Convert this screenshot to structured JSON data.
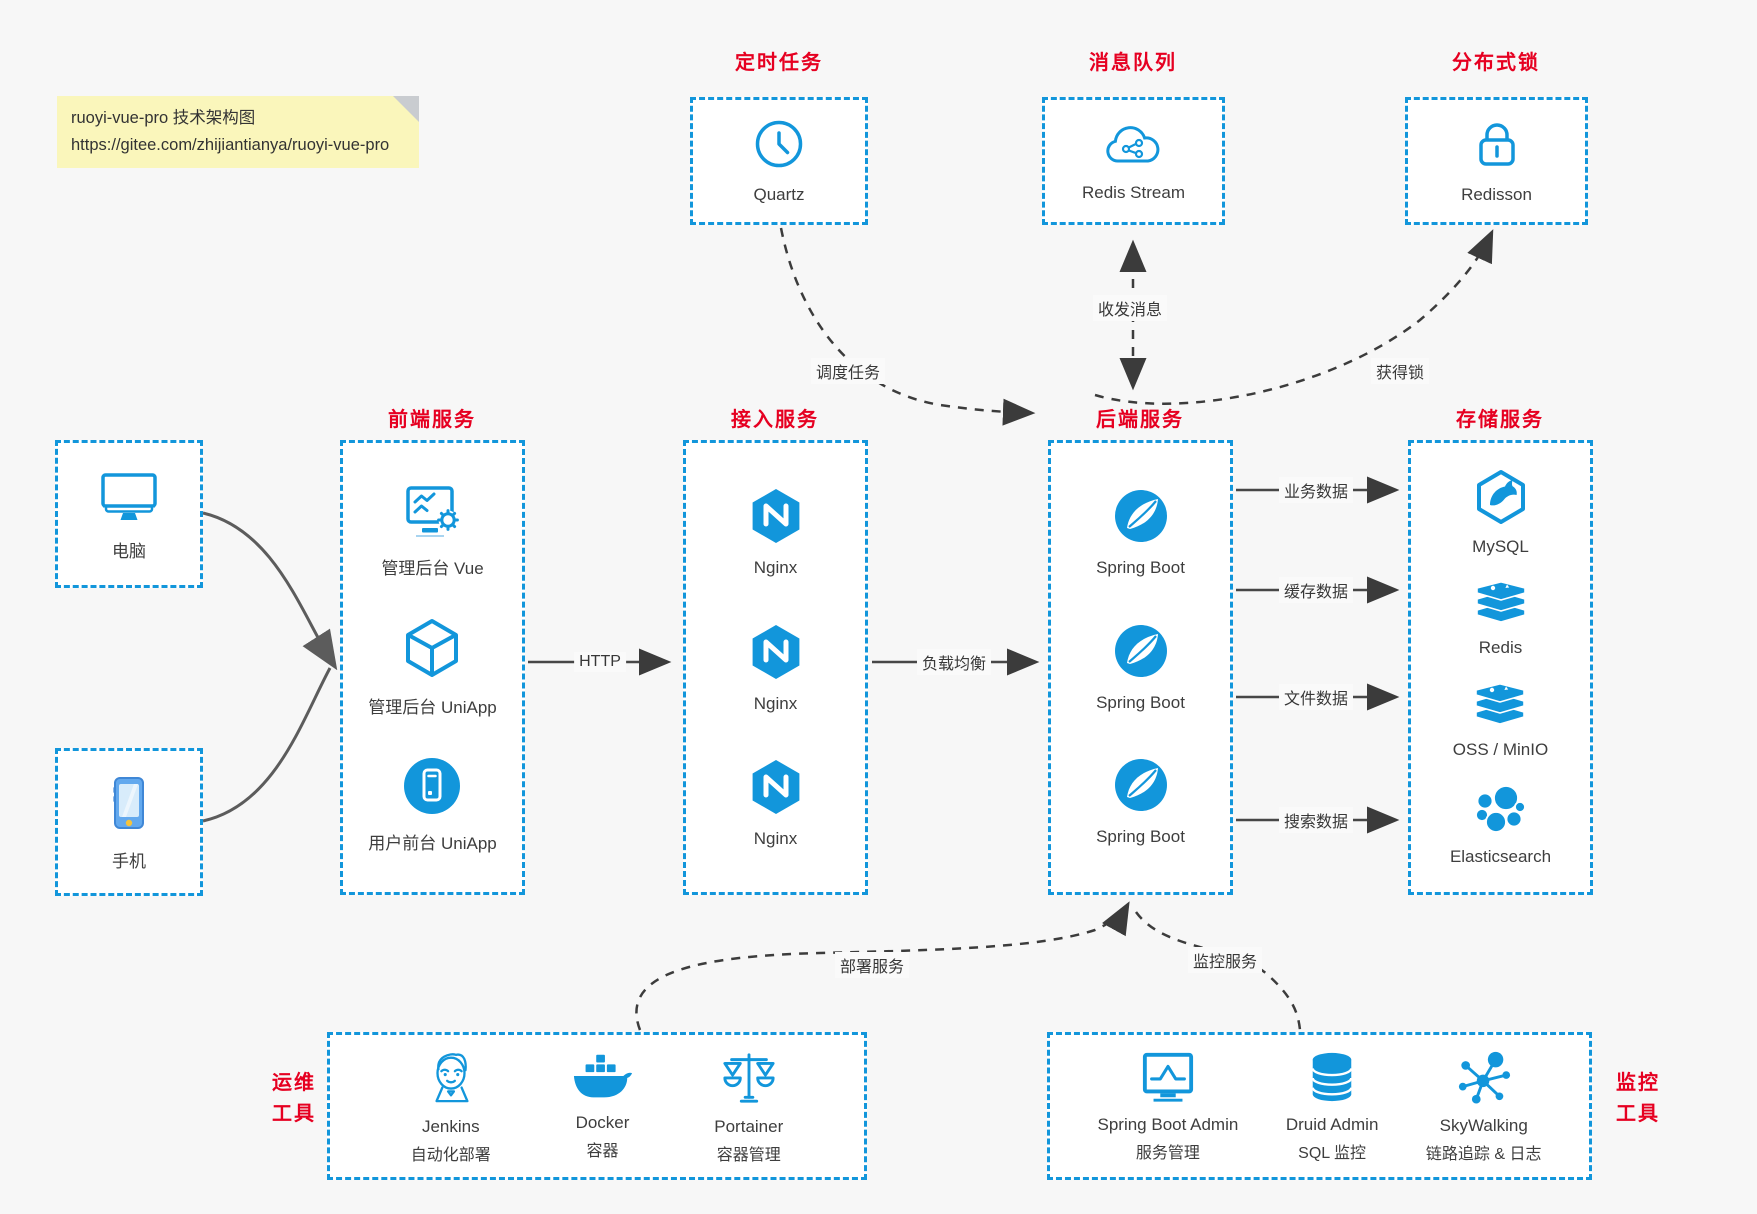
{
  "colors": {
    "accent_blue": "#1296db",
    "title_red": "#e60021",
    "arrow_dark": "#3b3b3b",
    "note_bg": "#faf6bb"
  },
  "note": {
    "line1": "ruoyi-vue-pro 技术架构图",
    "line2": "https://gitee.com/zhijiantianya/ruoyi-vue-pro"
  },
  "top_groups": [
    {
      "title": "定时任务",
      "item": {
        "icon": "clock-icon",
        "label": "Quartz"
      }
    },
    {
      "title": "消息队列",
      "item": {
        "icon": "cloud-stream-icon",
        "label": "Redis Stream"
      }
    },
    {
      "title": "分布式锁",
      "item": {
        "icon": "lock-icon",
        "label": "Redisson"
      }
    }
  ],
  "clients": [
    {
      "icon": "desktop-icon",
      "label": "电脑"
    },
    {
      "icon": "phone-icon",
      "label": "手机"
    }
  ],
  "columns": [
    {
      "title": "前端服务",
      "items": [
        {
          "icon": "admin-vue-icon",
          "label": "管理后台 Vue"
        },
        {
          "icon": "uniapp-cube-icon",
          "label": "管理后台 UniApp"
        },
        {
          "icon": "user-app-icon",
          "label": "用户前台 UniApp"
        }
      ]
    },
    {
      "title": "接入服务",
      "items": [
        {
          "icon": "nginx-icon",
          "label": "Nginx"
        },
        {
          "icon": "nginx-icon",
          "label": "Nginx"
        },
        {
          "icon": "nginx-icon",
          "label": "Nginx"
        }
      ]
    },
    {
      "title": "后端服务",
      "items": [
        {
          "icon": "spring-boot-icon",
          "label": "Spring Boot"
        },
        {
          "icon": "spring-boot-icon",
          "label": "Spring Boot"
        },
        {
          "icon": "spring-boot-icon",
          "label": "Spring Boot"
        }
      ]
    },
    {
      "title": "存储服务",
      "items": [
        {
          "icon": "mysql-icon",
          "label": "MySQL"
        },
        {
          "icon": "redis-icon",
          "label": "Redis"
        },
        {
          "icon": "oss-icon",
          "label": "OSS / MinIO"
        },
        {
          "icon": "elasticsearch-icon",
          "label": "Elasticsearch"
        }
      ]
    }
  ],
  "bottom_groups": [
    {
      "title_line1": "运维",
      "title_line2": "工具",
      "items": [
        {
          "icon": "jenkins-icon",
          "label": "Jenkins",
          "sublabel": "自动化部署"
        },
        {
          "icon": "docker-icon",
          "label": "Docker",
          "sublabel": "容器"
        },
        {
          "icon": "portainer-icon",
          "label": "Portainer",
          "sublabel": "容器管理"
        }
      ]
    },
    {
      "title_line1": "监控",
      "title_line2": "工具",
      "items": [
        {
          "icon": "spring-boot-admin-icon",
          "label": "Spring Boot Admin",
          "sublabel": "服务管理"
        },
        {
          "icon": "druid-icon",
          "label": "Druid Admin",
          "sublabel": "SQL 监控"
        },
        {
          "icon": "skywalking-icon",
          "label": "SkyWalking",
          "sublabel": "链路追踪 & 日志"
        }
      ]
    }
  ],
  "edge_labels": {
    "http": "HTTP",
    "load_balance": "负载均衡",
    "business_data": "业务数据",
    "cache_data": "缓存数据",
    "file_data": "文件数据",
    "search_data": "搜索数据",
    "schedule_task": "调度任务",
    "send_receive_message": "收发消息",
    "acquire_lock": "获得锁",
    "deploy_service": "部署服务",
    "monitor_service": "监控服务"
  }
}
